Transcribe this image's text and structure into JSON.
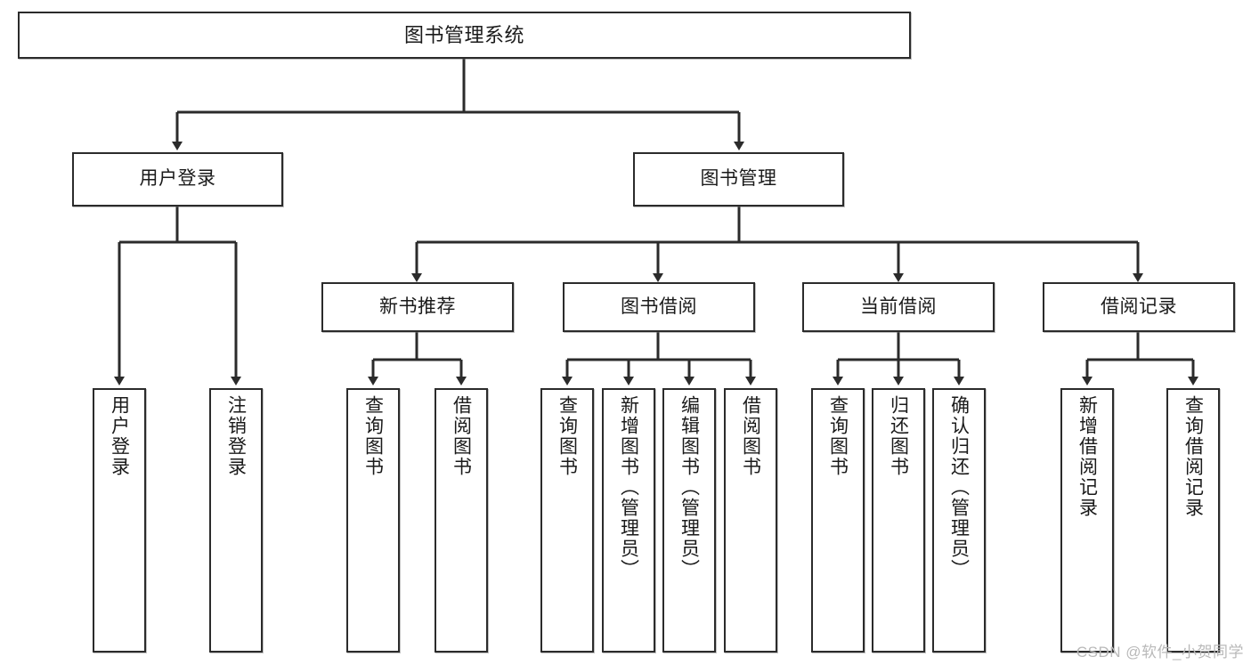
{
  "diagram": {
    "type": "hierarchy-tree",
    "title": "图书管理系统",
    "root": {
      "id": "root",
      "label": "图书管理系统"
    },
    "level2": [
      {
        "id": "user-login",
        "label": "用户登录"
      },
      {
        "id": "book-management",
        "label": "图书管理"
      }
    ],
    "level3": [
      {
        "id": "new-book-recommend",
        "label": "新书推荐",
        "parent": "book-management"
      },
      {
        "id": "book-borrow",
        "label": "图书借阅",
        "parent": "book-management"
      },
      {
        "id": "current-borrow",
        "label": "当前借阅",
        "parent": "book-management"
      },
      {
        "id": "borrow-record",
        "label": "借阅记录",
        "parent": "book-management"
      }
    ],
    "leaves": {
      "user_login": [
        {
          "id": "leaf-user-login",
          "label": "用户登录"
        },
        {
          "id": "leaf-logout-login",
          "label": "注销登录"
        }
      ],
      "new_book_recommend": [
        {
          "id": "leaf-query-book-1",
          "label": "查询图书"
        },
        {
          "id": "leaf-borrow-book-1",
          "label": "借阅图书"
        }
      ],
      "book_borrow": [
        {
          "id": "leaf-query-book-2",
          "label": "查询图书"
        },
        {
          "id": "leaf-add-book",
          "label": "新增图书（管理员）"
        },
        {
          "id": "leaf-edit-book",
          "label": "编辑图书（管理员）"
        },
        {
          "id": "leaf-borrow-book-2",
          "label": "借阅图书"
        }
      ],
      "current_borrow": [
        {
          "id": "leaf-query-book-3",
          "label": "查询图书"
        },
        {
          "id": "leaf-return-book",
          "label": "归还图书"
        },
        {
          "id": "leaf-confirm-return",
          "label": "确认归还（管理员）"
        }
      ],
      "borrow_record": [
        {
          "id": "leaf-add-record",
          "label": "新增借阅记录"
        },
        {
          "id": "leaf-query-record",
          "label": "查询借阅记录"
        }
      ]
    },
    "colors": {
      "stroke": "#2b2b2b",
      "fill": "#ffffff",
      "text": "#1a1a1a",
      "watermark": "#b9b9b9"
    }
  },
  "watermark": {
    "text": "CSDN @软件_小贺同学"
  }
}
